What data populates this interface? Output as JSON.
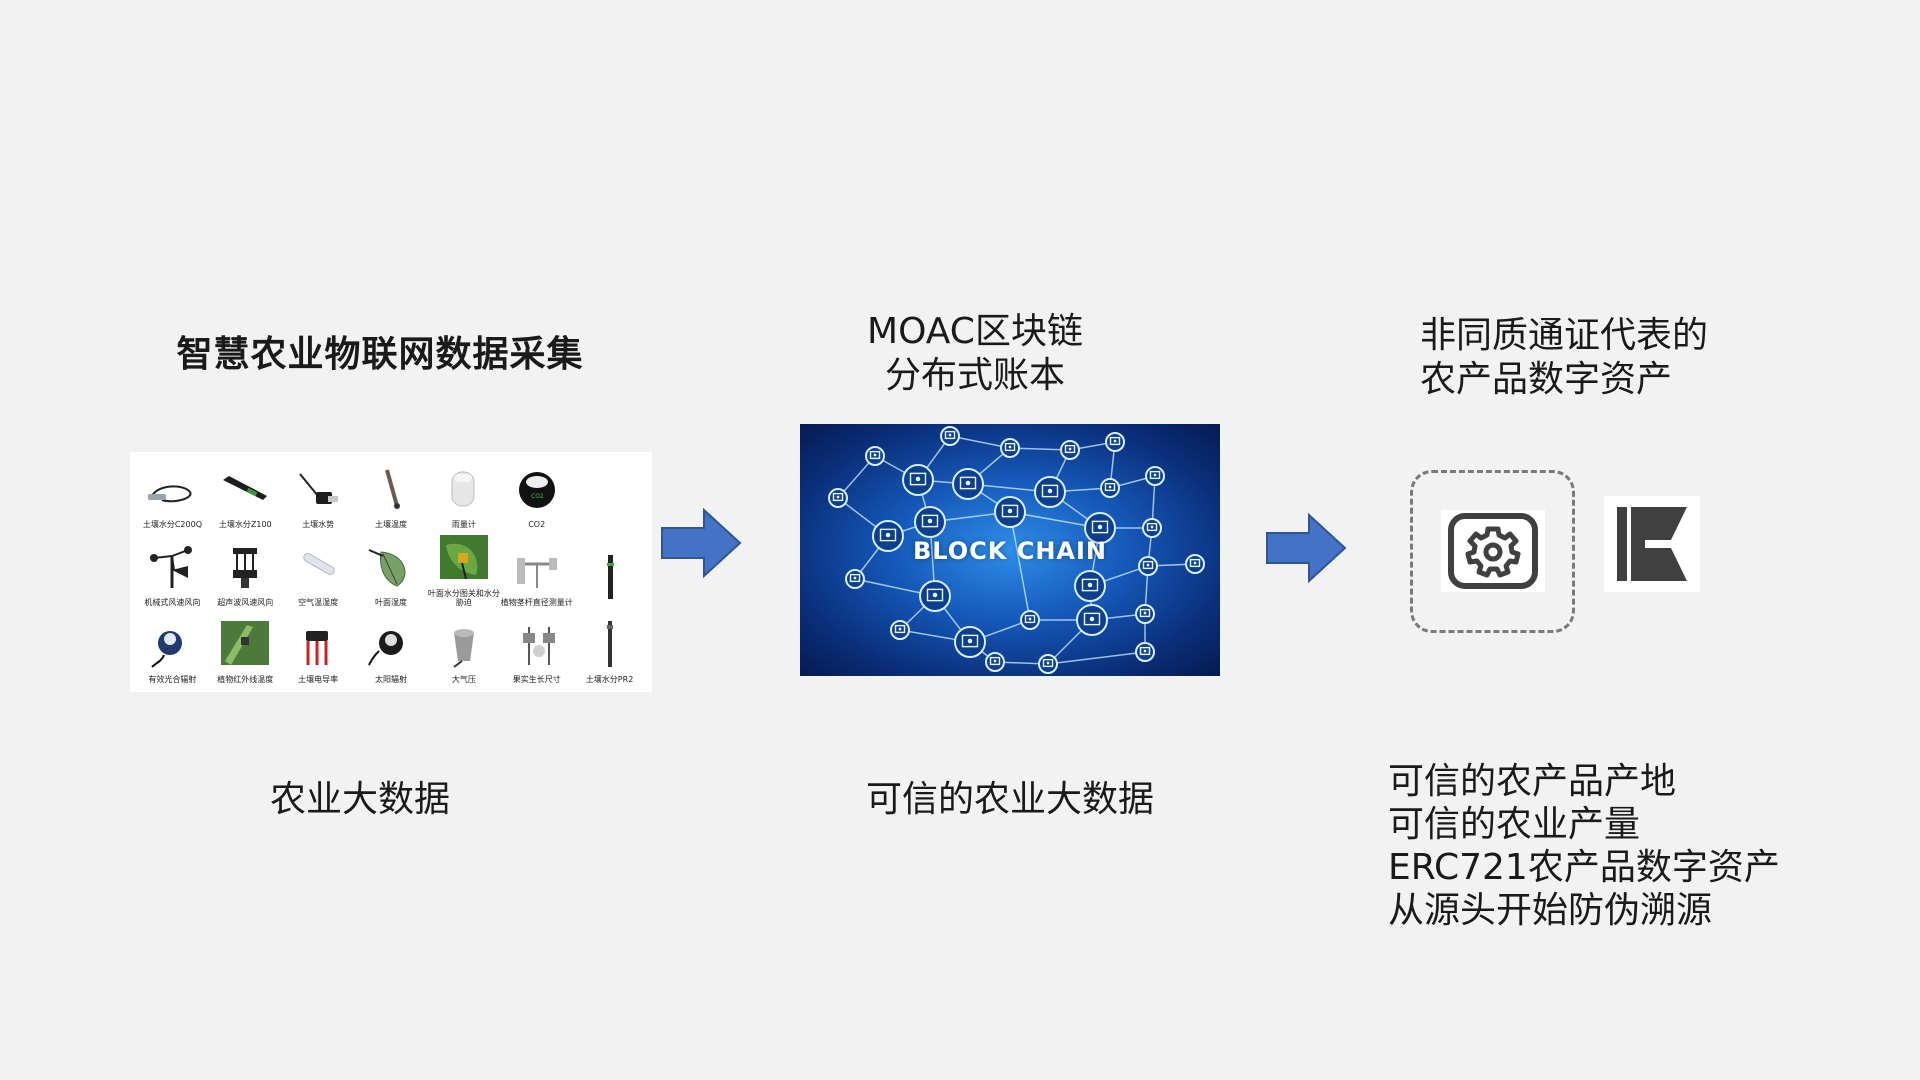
{
  "columns": [
    {
      "title": "智慧农业物联网数据采集",
      "subtitle": "农业大数据"
    },
    {
      "title_lines": [
        "MOAC区块链",
        "分布式账本"
      ],
      "image_label": "BLOCK CHAIN",
      "subtitle": "可信的农业大数据"
    },
    {
      "title_lines": [
        "非同质通证代表的",
        "农产品数字资产"
      ],
      "benefits": [
        "可信的农产品产地",
        "可信的农业产量",
        "ERC721农产品数字资产",
        "从源头开始防伪溯源"
      ]
    }
  ],
  "sensors": [
    {
      "label": "土壤水分C200Q",
      "icon": "probe-cable-icon"
    },
    {
      "label": "土壤水分Z100",
      "icon": "soil-probe-icon"
    },
    {
      "label": "土壤水势",
      "icon": "tensiometer-icon"
    },
    {
      "label": "土壤温度",
      "icon": "temperature-probe-icon"
    },
    {
      "label": "雨量计",
      "icon": "rain-gauge-icon"
    },
    {
      "label": "CO2",
      "icon": "co2-sensor-icon"
    },
    {
      "label": "",
      "icon": ""
    },
    {
      "label": "机械式风速风向",
      "icon": "anemometer-icon"
    },
    {
      "label": "超声波风速风向",
      "icon": "ultrasonic-wind-icon"
    },
    {
      "label": "空气温湿度",
      "icon": "air-humidity-icon"
    },
    {
      "label": "叶面湿度",
      "icon": "leaf-wetness-icon"
    },
    {
      "label": "叶面水分图关和水分胁迫",
      "icon": "leaf-photo-icon"
    },
    {
      "label": "植物茎杆直径测量计",
      "icon": "stem-gauge-icon"
    },
    {
      "label": "",
      "icon": "long-probe-icon"
    },
    {
      "label": "有效光合辐射",
      "icon": "par-sensor-icon"
    },
    {
      "label": "植物红外线温度",
      "icon": "ir-temperature-icon"
    },
    {
      "label": "土壤电导率",
      "icon": "conductivity-icon"
    },
    {
      "label": "太阳辐射",
      "icon": "solar-radiation-icon"
    },
    {
      "label": "大气压",
      "icon": "barometer-icon"
    },
    {
      "label": "果实生长尺寸",
      "icon": "fruit-growth-icon"
    },
    {
      "label": "土壤水分PR2",
      "icon": "pr2-probe-icon"
    }
  ],
  "colors": {
    "background": "#f2f2f2",
    "arrow": "#4472c4",
    "arrow_stroke": "#2f5597",
    "blockchain_blue": "#1558b8",
    "node_glow": "#9fd4ff",
    "icon_dark": "#404040",
    "dashed": "#7a7a7a"
  }
}
